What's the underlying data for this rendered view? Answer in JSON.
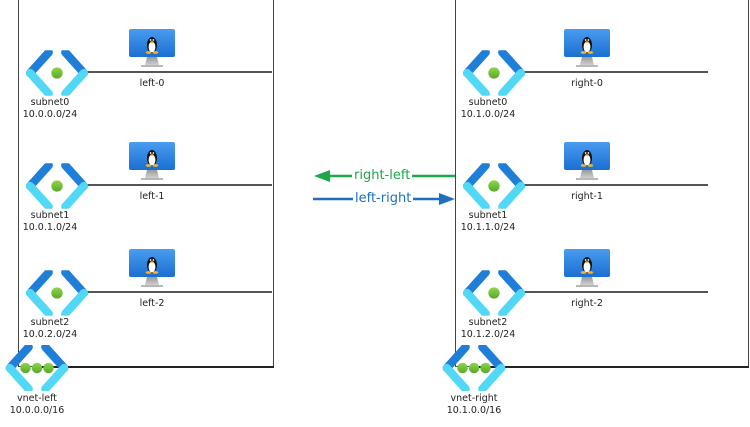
{
  "vnets": [
    {
      "name": "vnet-left",
      "cidr": "10.0.0.0/16",
      "subnets": [
        {
          "name": "subnet0",
          "cidr": "10.0.0.0/24",
          "vm": "left-0"
        },
        {
          "name": "subnet1",
          "cidr": "10.0.1.0/24",
          "vm": "left-1"
        },
        {
          "name": "subnet2",
          "cidr": "10.0.2.0/24",
          "vm": "left-2"
        }
      ]
    },
    {
      "name": "vnet-right",
      "cidr": "10.1.0.0/16",
      "subnets": [
        {
          "name": "subnet0",
          "cidr": "10.1.0.0/24",
          "vm": "right-0"
        },
        {
          "name": "subnet1",
          "cidr": "10.1.1.0/24",
          "vm": "right-1"
        },
        {
          "name": "subnet2",
          "cidr": "10.1.2.0/24",
          "vm": "right-2"
        }
      ]
    }
  ],
  "peerings": [
    {
      "label": "right-left",
      "direction": "right-to-left",
      "color": "#1aa84a"
    },
    {
      "label": "left-right",
      "direction": "left-to-right",
      "color": "#1f6fc0"
    }
  ],
  "colors": {
    "subnet_dark": "#1f7fd8",
    "subnet_light": "#50d8f6",
    "dot_green": "#6cbf2e",
    "vm_blue": "#2f86de"
  }
}
